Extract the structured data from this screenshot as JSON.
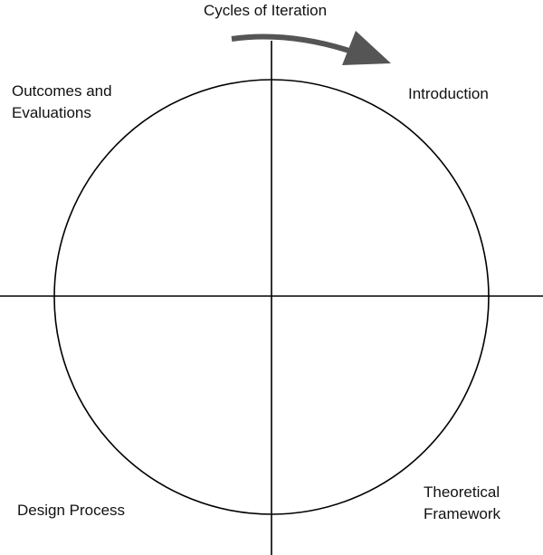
{
  "title": "Cycles of Iteration",
  "quadrants": {
    "top_right": "Introduction",
    "top_left": [
      "Outcomes and",
      "Evaluations"
    ],
    "bottom_left": "Design Process",
    "bottom_right": [
      "Theoretical",
      "Framework"
    ]
  },
  "colors": {
    "arrow": "#555555",
    "lines": "#000000"
  }
}
